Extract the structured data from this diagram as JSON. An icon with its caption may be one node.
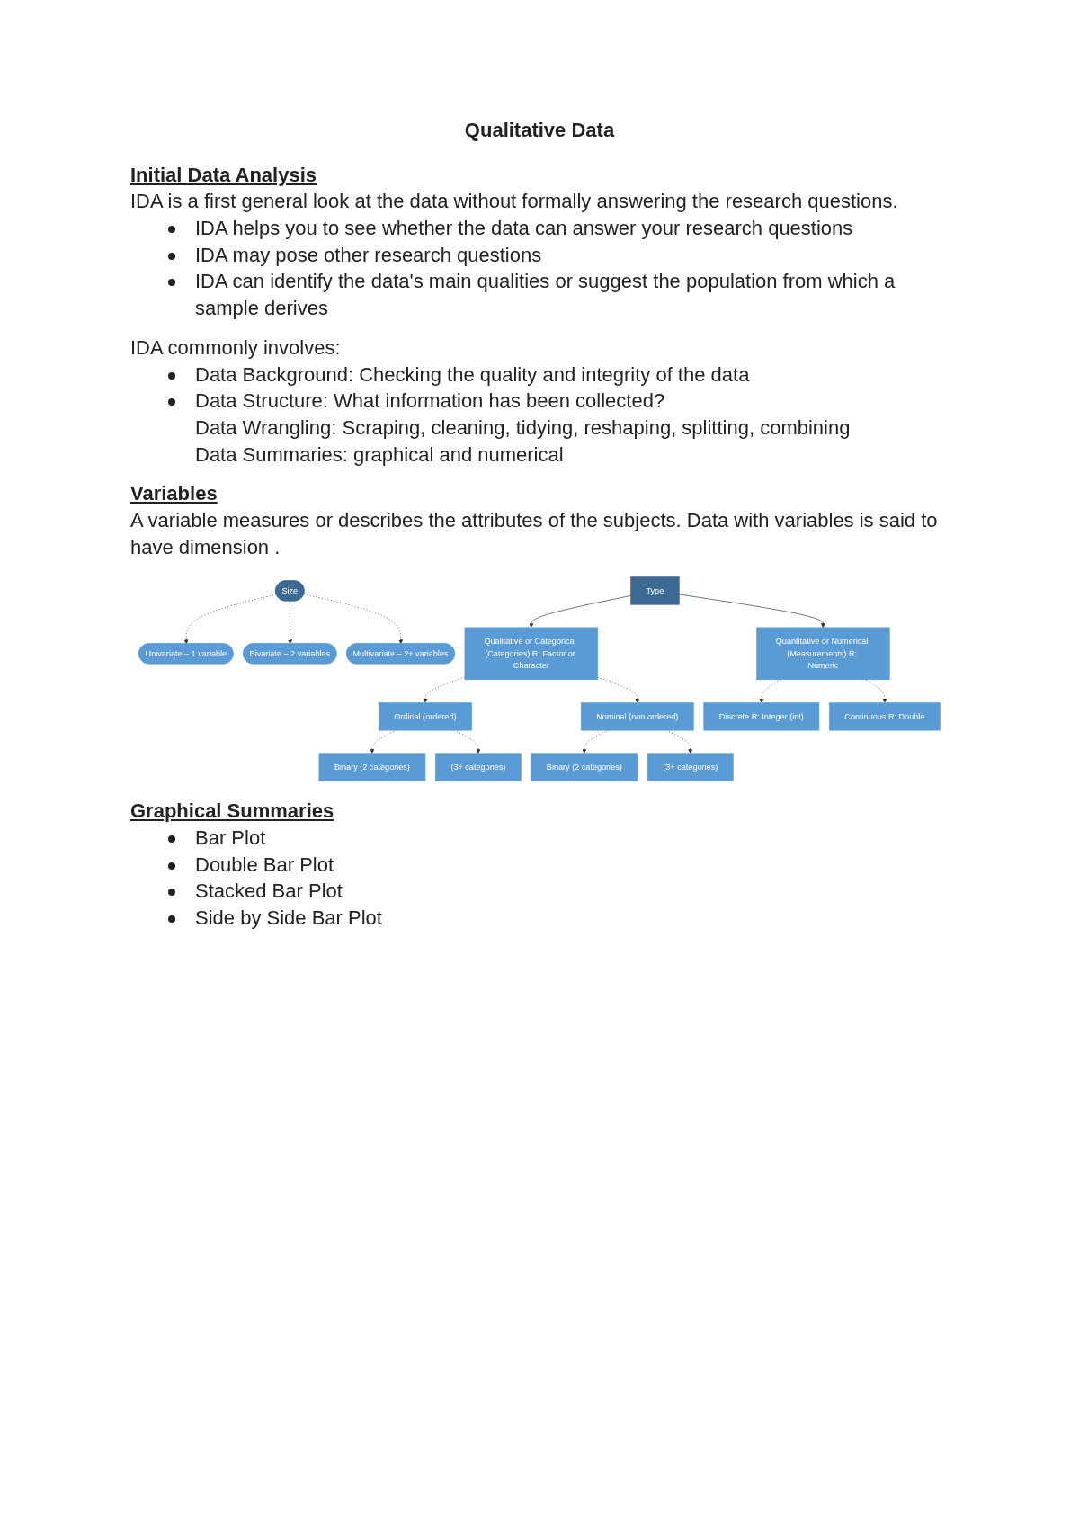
{
  "diagram": {
    "title": "Qualitative Data",
    "nodes": [
      {
        "text": [
          "Size"
        ]
      },
      {
        "text": [
          "Univariate – 1 variable"
        ]
      },
      {
        "text": [
          "Bivariate – 2 variables"
        ]
      },
      {
        "text": [
          "Multivariate – 2+ variables"
        ]
      },
      {
        "text": [
          "Type"
        ]
      },
      {
        "text": [
          "Qualitative or Categorical (Categories) R: Factor or Character"
        ]
      },
      {
        "text": [
          "Quantitative or Numerical (Measurements) R: Numeric"
        ]
      },
      {
        "text": [
          "Ordinal (ordered)"
        ]
      },
      {
        "text": [
          "Nominal (non ordered)"
        ]
      },
      {
        "text": [
          "Discrete R: Integer (int)"
        ]
      },
      {
        "text": [
          "Continuous R: Double"
        ]
      },
      {
        "text": [
          "Binary (2 categories)"
        ]
      },
      {
        "text": [
          "(3+ categories)"
        ]
      },
      {
        "text": [
          "Binary (2 categories)"
        ]
      },
      {
        "text": [
          "(3+ categories)"
        ]
      }
    ],
    "edges": [
      {
        "from": 0,
        "to": 1,
        "arrow": "to",
        "style": "dashed"
      },
      {
        "from": 0,
        "to": 2,
        "arrow": "to",
        "style": "dashed"
      },
      {
        "from": 0,
        "to": 3,
        "arrow": "to",
        "style": "dashed"
      },
      {
        "from": 4,
        "to": 5,
        "arrow": "to"
      },
      {
        "from": 4,
        "to": 6,
        "arrow": "to"
      },
      {
        "from": 5,
        "to": 7,
        "arrow": "to",
        "style": "dashed"
      },
      {
        "from": 5,
        "to": 8,
        "arrow": "to",
        "style": "dashed"
      },
      {
        "from": 6,
        "to": 9,
        "arrow": "to",
        "style": "dashed"
      },
      {
        "from": 6,
        "to": 10,
        "arrow": "to",
        "style": "dashed"
      },
      {
        "from": 7,
        "to": 11,
        "arrow": "to",
        "style": "dashed"
      },
      {
        "from": 7,
        "to": 12,
        "arrow": "to",
        "style": "dashed"
      },
      {
        "from": 8,
        "to": 13,
        "arrow": "to",
        "style": "dashed"
      },
      {
        "from": 8,
        "to": 14,
        "arrow": "to",
        "style": "dashed"
      }
    ],
    "labels": [
      "Initial Data Analysis",
      "IDA is a first general look at the data without formally answering the research questions.",
      "IDA helps you to see whether the data can answer your research questions",
      "IDA may pose other research questions",
      "IDA can identify the data's main qualities or suggest the population from which a sample derives",
      "IDA commonly involves:",
      "Data Background: Checking the quality and integrity of the data",
      "Data Structure: What information has been collected?",
      "Data Wrangling: Scraping, cleaning, tidying, reshaping, splitting, combining",
      "Data Summaries: graphical and numerical",
      "Variables",
      "A variable measures or describes the attributes of the subjects. Data with  variables is said to have dimension .",
      "Graphical Summaries",
      "Bar Plot",
      "Double Bar Plot",
      "Stacked Bar Plot",
      "Side by Side Bar Plot"
    ]
  }
}
